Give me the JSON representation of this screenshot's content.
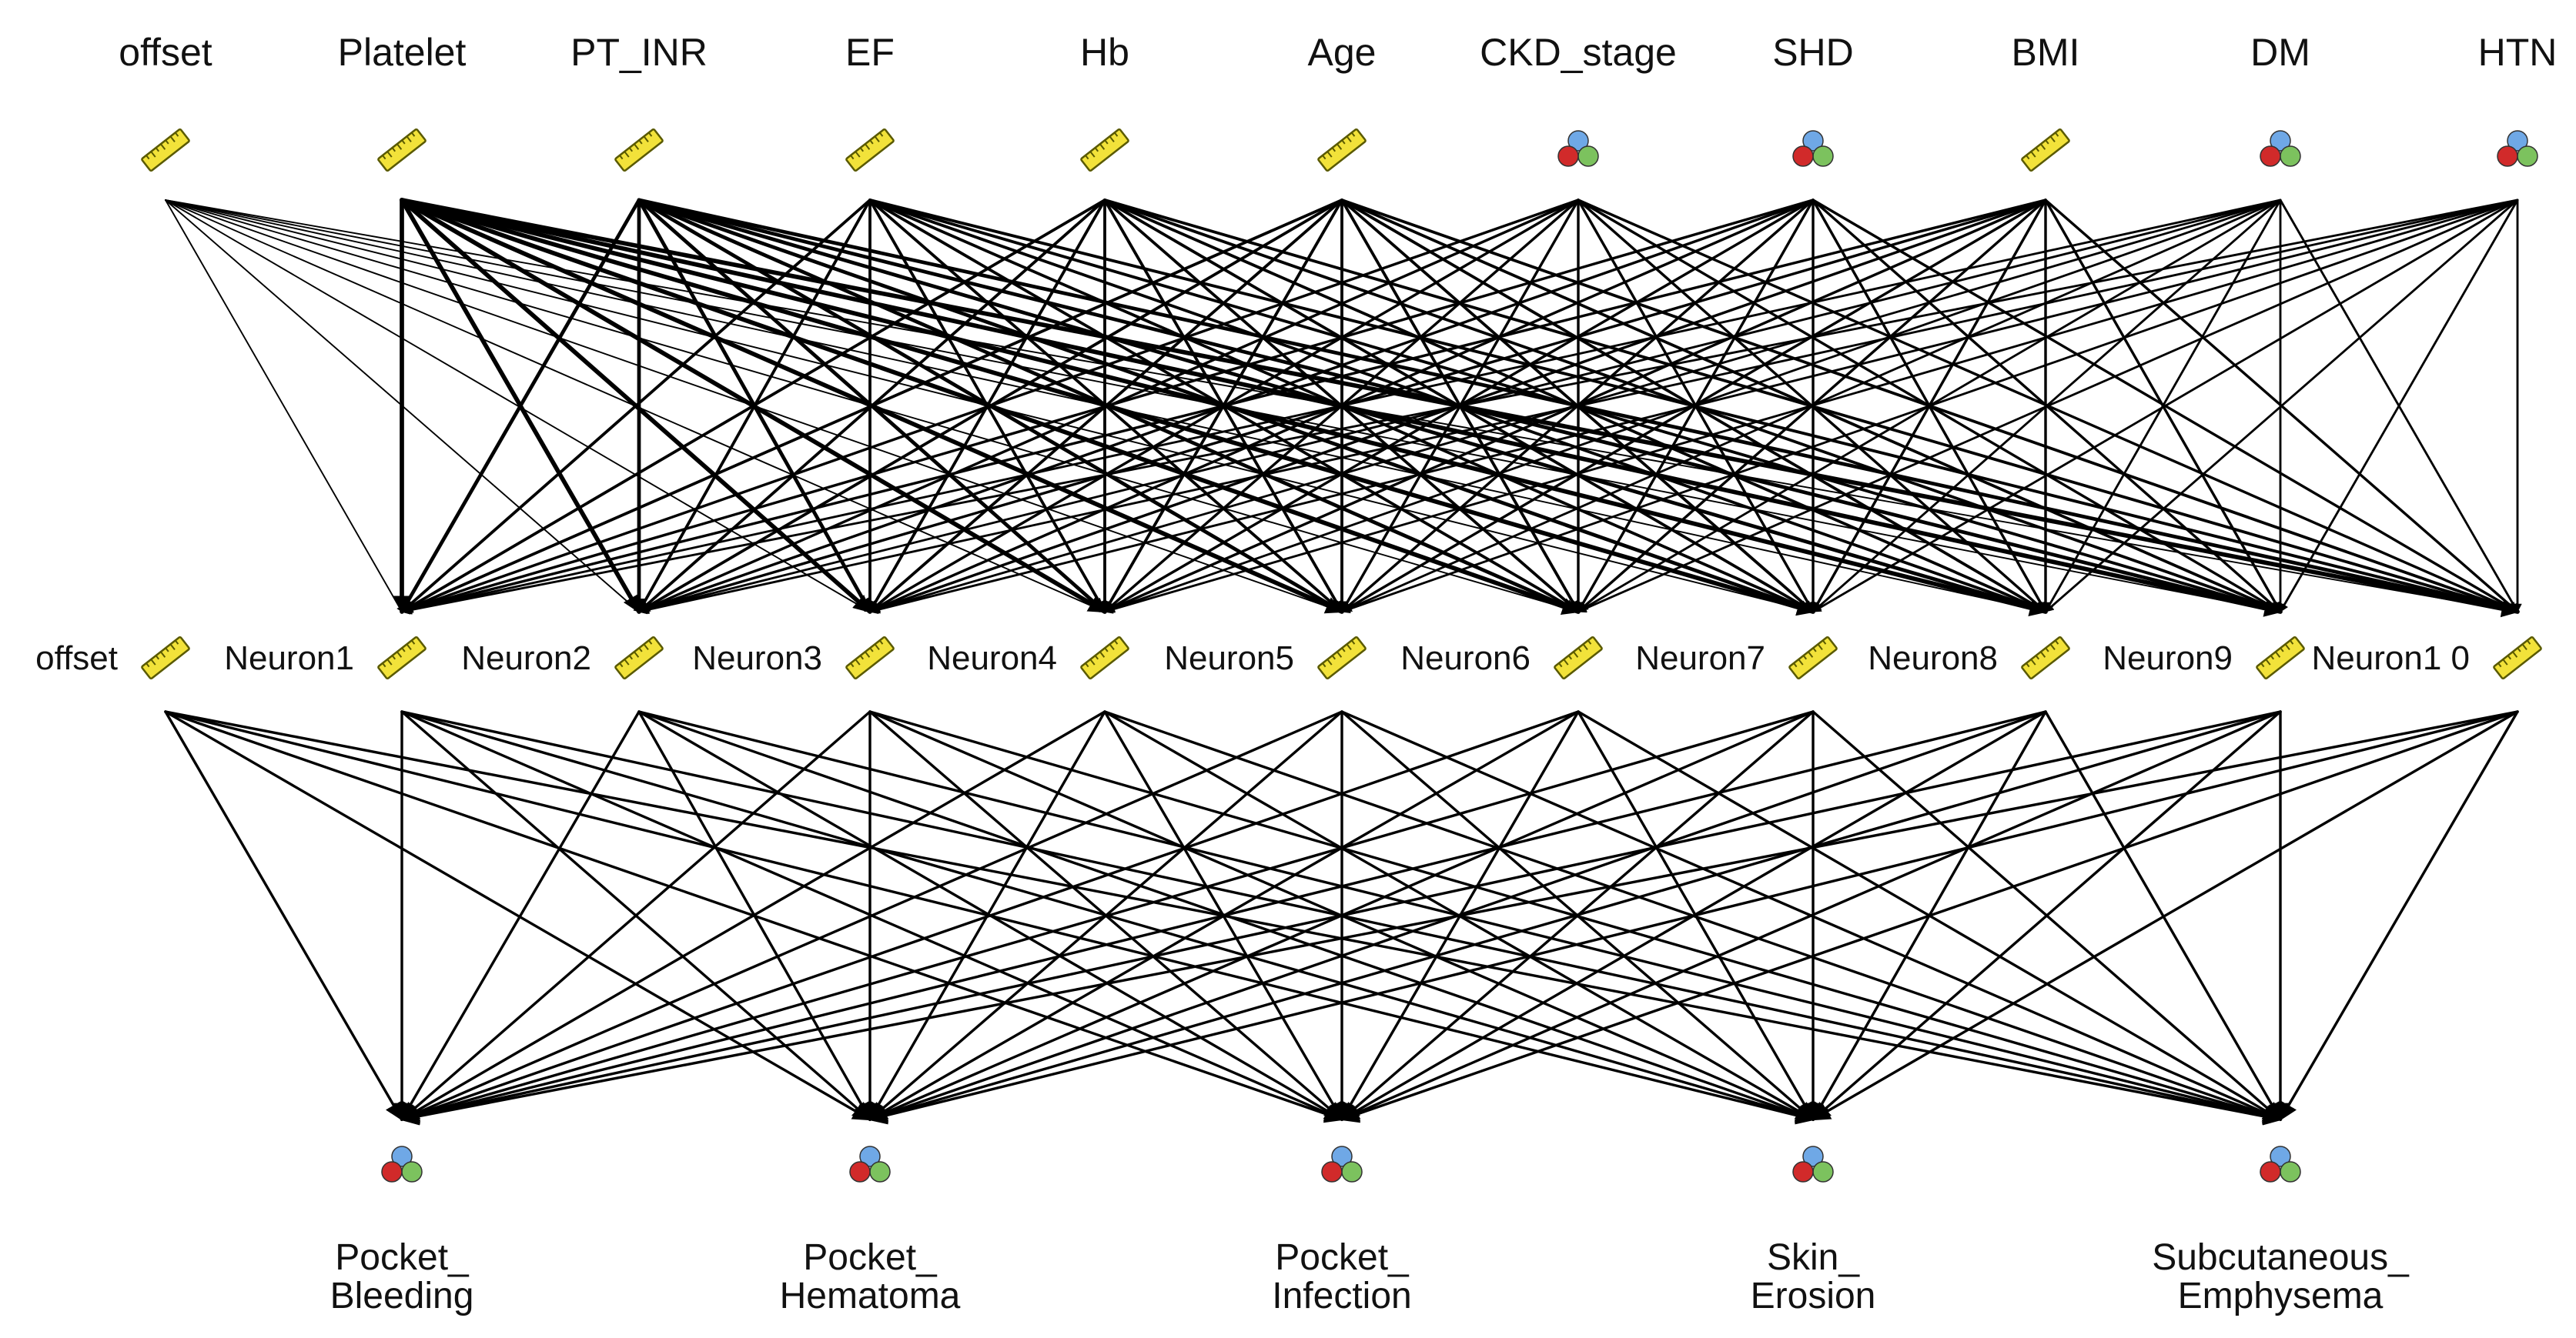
{
  "network": {
    "input_layer": [
      {
        "label": "offset",
        "icon": "ruler-icon",
        "edge_weight": 1
      },
      {
        "label": "Platelet",
        "icon": "ruler-icon",
        "edge_weight": 3
      },
      {
        "label": "PT_INR",
        "icon": "ruler-icon",
        "edge_weight": 2.5
      },
      {
        "label": "EF",
        "icon": "ruler-icon",
        "edge_weight": 2
      },
      {
        "label": "Hb",
        "icon": "ruler-icon",
        "edge_weight": 2
      },
      {
        "label": "Age",
        "icon": "ruler-icon",
        "edge_weight": 2
      },
      {
        "label": "CKD_stage",
        "icon": "nominal-balls-icon",
        "edge_weight": 1.8
      },
      {
        "label": "SHD",
        "icon": "nominal-balls-icon",
        "edge_weight": 1.8
      },
      {
        "label": "BMI",
        "icon": "ruler-icon",
        "edge_weight": 1.8
      },
      {
        "label": "DM",
        "icon": "nominal-balls-icon",
        "edge_weight": 1.5
      },
      {
        "label": "HTN",
        "icon": "nominal-balls-icon",
        "edge_weight": 1.5
      }
    ],
    "hidden_layer": [
      {
        "label": "offset",
        "icon": "ruler-icon"
      },
      {
        "label": "Neuron1",
        "icon": "ruler-icon"
      },
      {
        "label": "Neuron2",
        "icon": "ruler-icon"
      },
      {
        "label": "Neuron3",
        "icon": "ruler-icon"
      },
      {
        "label": "Neuron4",
        "icon": "ruler-icon"
      },
      {
        "label": "Neuron5",
        "icon": "ruler-icon"
      },
      {
        "label": "Neuron6",
        "icon": "ruler-icon"
      },
      {
        "label": "Neuron7",
        "icon": "ruler-icon"
      },
      {
        "label": "Neuron8",
        "icon": "ruler-icon"
      },
      {
        "label": "Neuron9",
        "icon": "ruler-icon"
      },
      {
        "label": "Neuron1 0",
        "icon": "ruler-icon"
      }
    ],
    "output_layer": [
      {
        "label_line1": "Pocket_",
        "label_line2": "Bleeding",
        "icon": "nominal-balls-icon"
      },
      {
        "label_line1": "Pocket_",
        "label_line2": "Hematoma",
        "icon": "nominal-balls-icon"
      },
      {
        "label_line1": "Pocket_",
        "label_line2": "Infection",
        "icon": "nominal-balls-icon"
      },
      {
        "label_line1": "Skin_",
        "label_line2": "Erosion",
        "icon": "nominal-balls-icon"
      },
      {
        "label_line1": "Subcutaneous_",
        "label_line2": "Emphysema",
        "icon": "nominal-balls-icon"
      }
    ],
    "colors": {
      "edge": "#000000",
      "ruler_fill": "#f2e23a",
      "ruler_stroke": "#5a5a00",
      "ball_red": "#d12a2a",
      "ball_green": "#7cc25e",
      "ball_blue": "#6fa8e6"
    }
  }
}
